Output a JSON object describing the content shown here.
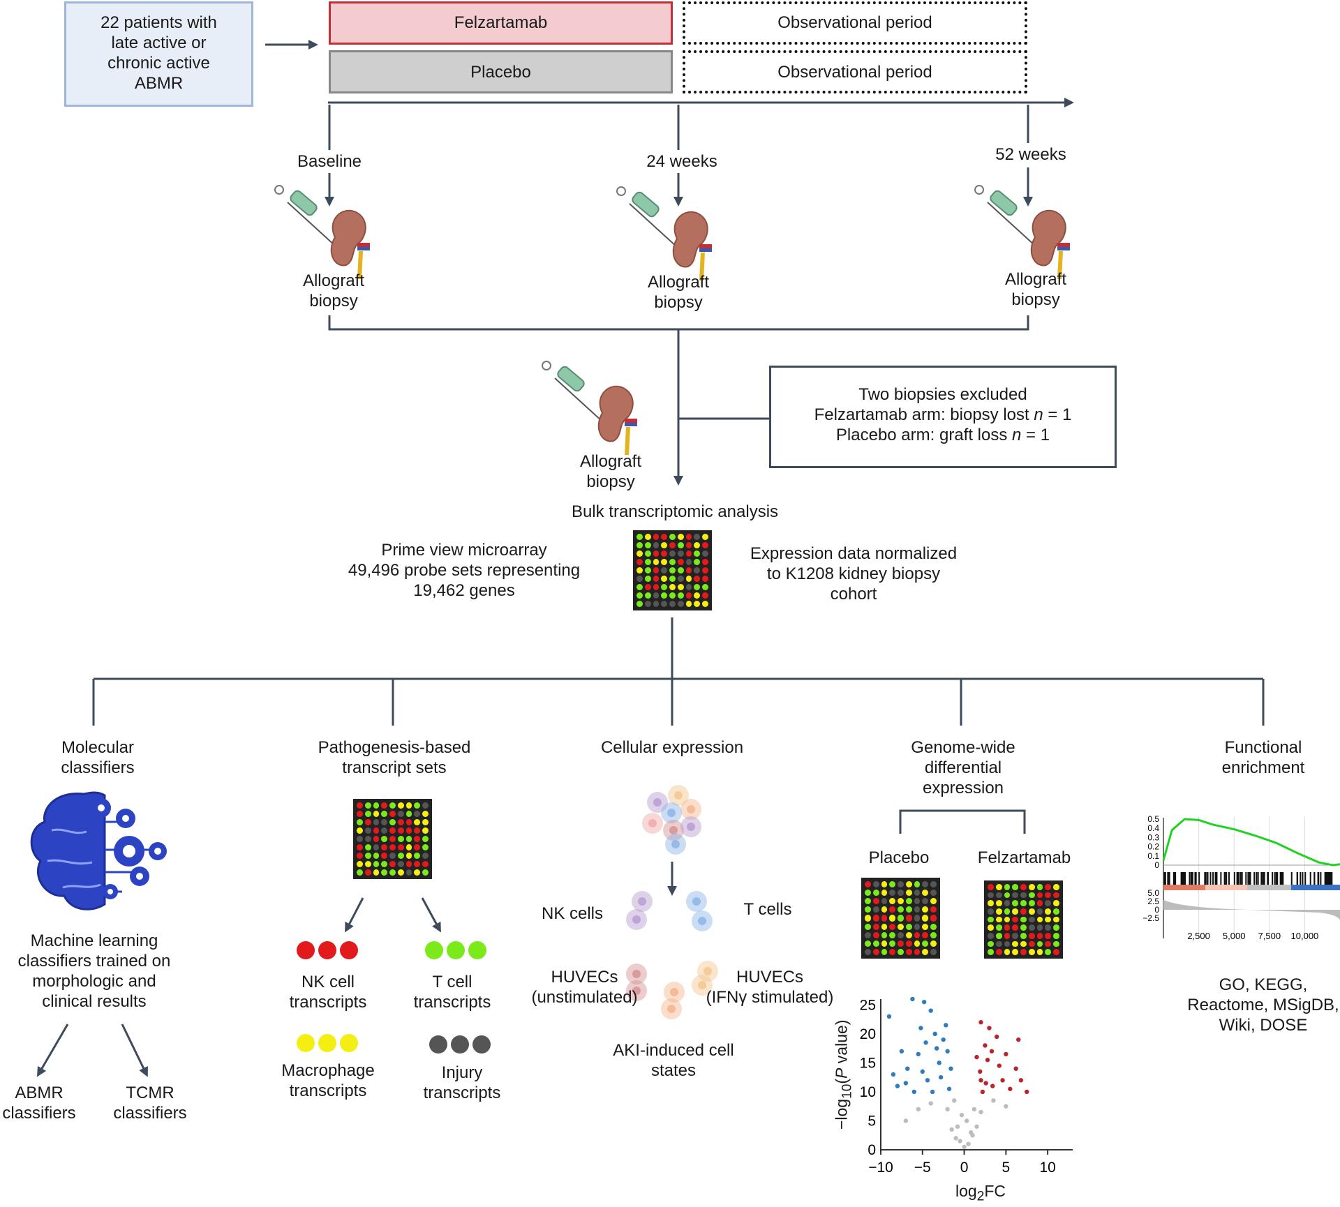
{
  "study": {
    "patients_text": "22 patients with\nlate active or\nchronic active\nABMR",
    "arm_felzartamab": "Felzartamab",
    "arm_placebo": "Placebo",
    "observational_1": "Observational period",
    "observational_2": "Observational period",
    "colors": {
      "felzartamab_fill": "#f4cccf",
      "felzartamab_border": "#c0303a",
      "placebo_fill": "#cfcfcf",
      "patients_fill": "#e8eef8",
      "patients_border": "#9fb6d9",
      "line": "#3d4b5c"
    }
  },
  "timeline": {
    "baseline": "Baseline",
    "week24": "24 weeks",
    "week52": "52 weeks",
    "biopsy_1": "Allograft\nbiopsy",
    "biopsy_2": "Allograft\nbiopsy",
    "biopsy_3": "Allograft\nbiopsy",
    "biopsy_4": "Allograft\nbiopsy"
  },
  "exclusion": {
    "line1": "Two biopsies excluded",
    "line2_prefix": "Felzartamab arm: biopsy lost ",
    "line2_n": "n",
    "line2_suffix": " = 1",
    "line3_prefix": "Placebo arm: graft loss ",
    "line3_n": "n",
    "line3_suffix": " = 1"
  },
  "analysis": {
    "title": "Bulk transcriptomic analysis",
    "microarray_text": "Prime view microarray\n49,496 probe sets representing\n19,462 genes",
    "normalization_text": "Expression data normalized\nto K1208 kidney biopsy\ncohort"
  },
  "branches": {
    "molecular": {
      "title": "Molecular\nclassifiers",
      "description": "Machine learning\nclassifiers trained on\nmorphologic and\nclinical results",
      "abmr": "ABMR\nclassifiers",
      "tcmr": "TCMR\nclassifiers",
      "icon": "brain-gears-icon"
    },
    "pathogenesis": {
      "title": "Pathogenesis-based\ntranscript sets",
      "nk": "NK cell\ntranscripts",
      "tcell": "T cell\ntranscripts",
      "macrophage": "Macrophage\ntranscripts",
      "injury": "Injury\ntranscripts",
      "colors": {
        "nk": "#e31a1c",
        "tcell": "#7bea1a",
        "macrophage": "#f5ee12",
        "injury": "#555555"
      }
    },
    "cellular": {
      "title": "Cellular expression",
      "nk_cells": "NK cells",
      "t_cells": "T cells",
      "huvec_unstim": "HUVECs\n(unstimulated)",
      "huvec_ifn": "HUVECs\n(IFNγ stimulated)",
      "aki": "AKI-induced cell\nstates"
    },
    "genome": {
      "title": "Genome-wide\ndifferential\nexpression",
      "placebo": "Placebo",
      "felzartamab": "Felzartamab"
    },
    "functional": {
      "title": "Functional\nenrichment",
      "databases": "GO, KEGG,\nReactome, MSigDB,\nWiki, DOSE"
    }
  },
  "chart_data": [
    {
      "type": "scatter",
      "title": "",
      "xlabel": "log2FC",
      "ylabel": "−log10(P value)",
      "xlim": [
        -10,
        13
      ],
      "ylim": [
        0,
        26
      ],
      "xticks": [
        "−10",
        "−5",
        "0",
        "5",
        "10"
      ],
      "yticks": [
        "0",
        "5",
        "10",
        "15",
        "20",
        "25"
      ],
      "series": [
        {
          "color": "#2f7bbf",
          "points": [
            [
              -9,
              23
            ],
            [
              -7.5,
              17
            ],
            [
              -6.2,
              26
            ],
            [
              -4.8,
              25.5
            ],
            [
              -4,
              24
            ],
            [
              -5.2,
              21
            ],
            [
              -3.5,
              20
            ],
            [
              -6.8,
              14
            ],
            [
              -8.5,
              13
            ],
            [
              -2.5,
              19
            ],
            [
              -3,
              15
            ],
            [
              -5.5,
              16.5
            ],
            [
              -2,
              17
            ],
            [
              -4.4,
              12
            ],
            [
              -7,
              11.5
            ],
            [
              -1.6,
              14
            ],
            [
              -3.8,
              10
            ],
            [
              -2.8,
              12.5
            ],
            [
              -6,
              10
            ],
            [
              -1.8,
              10.5
            ],
            [
              -5,
              13.5
            ],
            [
              -2.2,
              21.5
            ],
            [
              -8,
              11
            ],
            [
              -3.3,
              17.5
            ],
            [
              -4.6,
              18.5
            ]
          ]
        },
        {
          "color": "#b8262b",
          "points": [
            [
              2,
              22
            ],
            [
              6.5,
              19
            ],
            [
              2.5,
              18
            ],
            [
              3.3,
              17
            ],
            [
              6.2,
              14
            ],
            [
              2,
              12
            ],
            [
              3.4,
              11
            ],
            [
              4.2,
              14.5
            ],
            [
              7.5,
              10
            ],
            [
              2.8,
              15.5
            ],
            [
              1.5,
              16
            ],
            [
              4.6,
              12
            ],
            [
              3.9,
              19.5
            ],
            [
              5.5,
              10.5
            ],
            [
              2.2,
              10
            ],
            [
              1.9,
              13.5
            ],
            [
              3,
              21
            ],
            [
              5,
              16.5
            ],
            [
              6.8,
              12
            ],
            [
              2.6,
              11.5
            ]
          ]
        },
        {
          "color": "#bcbcbc",
          "points": [
            [
              0,
              0.5
            ],
            [
              0.5,
              1
            ],
            [
              -0.5,
              1.5
            ],
            [
              1,
              2.5
            ],
            [
              -1,
              2
            ],
            [
              1.5,
              4
            ],
            [
              -1.5,
              3.5
            ],
            [
              0.3,
              5
            ],
            [
              -0.3,
              6
            ],
            [
              2,
              6.5
            ],
            [
              -2,
              7
            ],
            [
              -4,
              8
            ],
            [
              3.5,
              8.5
            ],
            [
              -5.5,
              7
            ],
            [
              5,
              7.5
            ],
            [
              1.2,
              7
            ],
            [
              -1.2,
              8.5
            ],
            [
              -7,
              5
            ],
            [
              0.8,
              3
            ],
            [
              -0.8,
              4
            ]
          ]
        }
      ]
    },
    {
      "type": "line",
      "title": "",
      "xlabel": "",
      "ylabel": "",
      "xticks": [
        "2,500",
        "5,000",
        "7,500",
        "10,000"
      ],
      "yticks": [
        "0.5",
        "0.4",
        "0.3",
        "0.2",
        "0.1",
        "0"
      ],
      "lower_yticks": [
        "5.0",
        "2.5",
        "0",
        "−2.5"
      ],
      "series": [
        {
          "color": "#21d321",
          "x": [
            0,
            600,
            1500,
            2500,
            3500,
            5000,
            6500,
            8000,
            9500,
            11000,
            12000,
            12500
          ],
          "y": [
            0.05,
            0.38,
            0.5,
            0.49,
            0.44,
            0.39,
            0.32,
            0.24,
            0.13,
            0.03,
            0.0,
            0.01
          ]
        }
      ]
    }
  ]
}
